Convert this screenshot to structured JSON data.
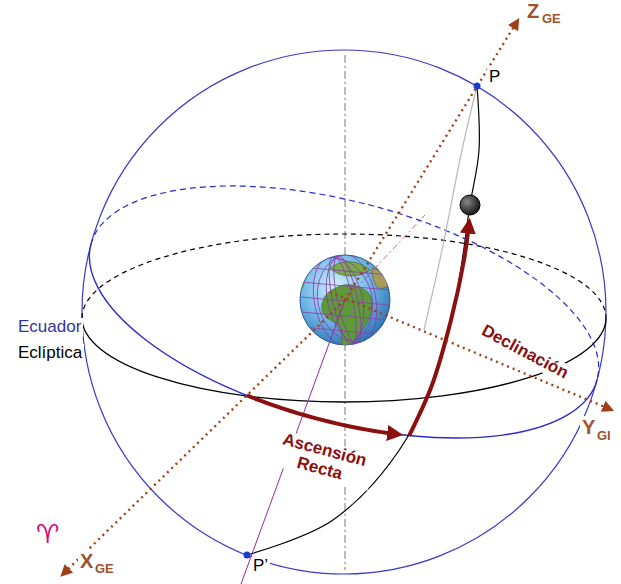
{
  "diagram": {
    "labels": [
      "Z",
      "GE",
      "P",
      "Ecuador",
      "Eclíptica",
      "Declinación",
      "Ascensión Recta",
      "Y",
      "GI",
      "♈",
      "X",
      "GE",
      "P’"
    ]
  }
}
